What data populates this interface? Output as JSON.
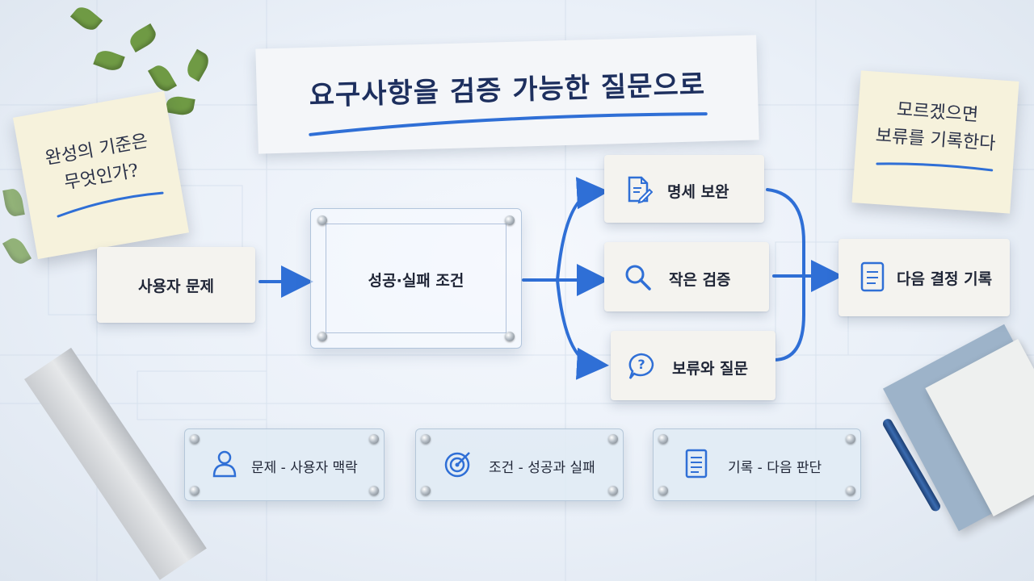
{
  "title": "요구사항을 검증 가능한 질문으로",
  "notes": {
    "left": [
      "완성의 기준은",
      "무엇인가?"
    ],
    "right": [
      "모르겠으면",
      "보류를 기록한다"
    ]
  },
  "flow": {
    "start": "사용자 문제",
    "condition": "성공·실패 조건",
    "branches": [
      {
        "label": "명세 보완",
        "icon": "document-edit-icon"
      },
      {
        "label": "작은 검증",
        "icon": "magnifier-icon"
      },
      {
        "label": "보류와 질문",
        "icon": "question-bubble-icon"
      }
    ],
    "end": {
      "label": "다음 결정 기록",
      "icon": "note-list-icon"
    }
  },
  "plaques": [
    {
      "label": "문제 - 사용자 맥락",
      "icon": "user-icon"
    },
    {
      "label": "조건 - 성공과 실패",
      "icon": "target-icon"
    },
    {
      "label": "기록 - 다음 판단",
      "icon": "document-list-icon"
    }
  ],
  "colors": {
    "accent": "#2f6fd6",
    "ink": "#1f2536",
    "note": "#f6f2dc"
  }
}
